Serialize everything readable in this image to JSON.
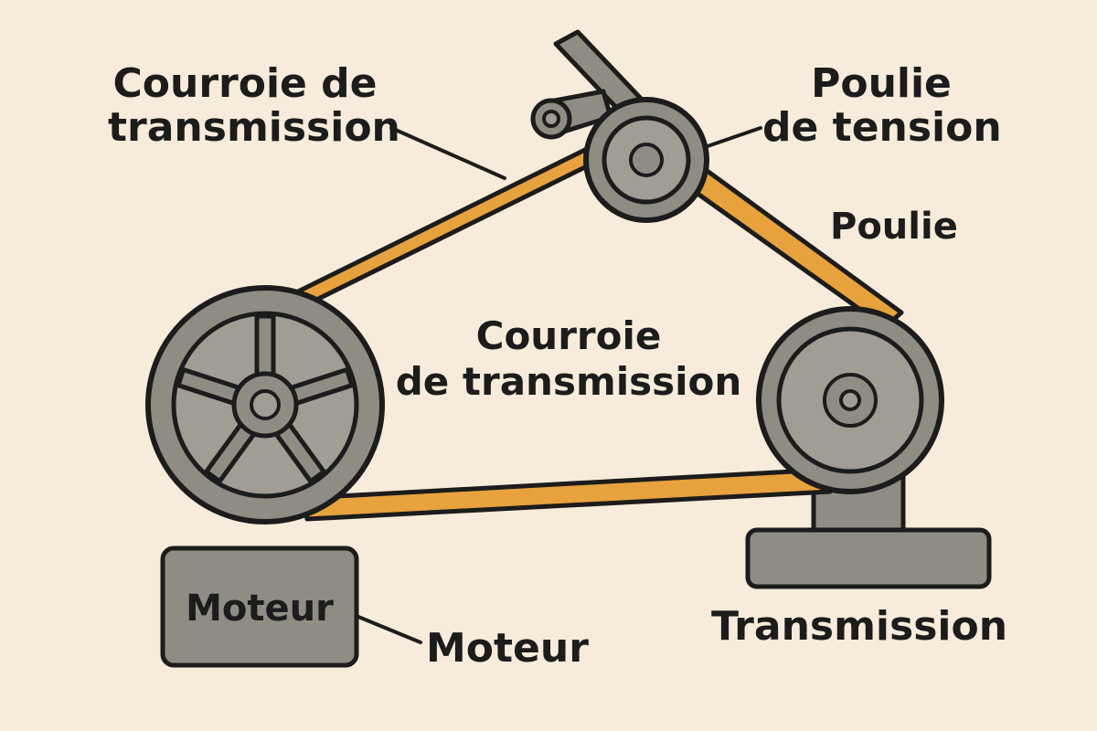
{
  "labels": {
    "belt_top": [
      "Courroie de",
      "transmission"
    ],
    "tension_pulley": [
      "Poulie",
      "de tension"
    ],
    "pulley": "Poulie",
    "belt_center": [
      "Courroie",
      "de transmission"
    ],
    "motor_box": "Moteur",
    "motor": "Moteur",
    "transmission": "Transmission"
  },
  "colors": {
    "background": "#f7ecdb",
    "belt": "#e7a23e",
    "metal": "#8f8c84",
    "metal_light": "#a19d94",
    "outline": "#1c1c1c"
  }
}
